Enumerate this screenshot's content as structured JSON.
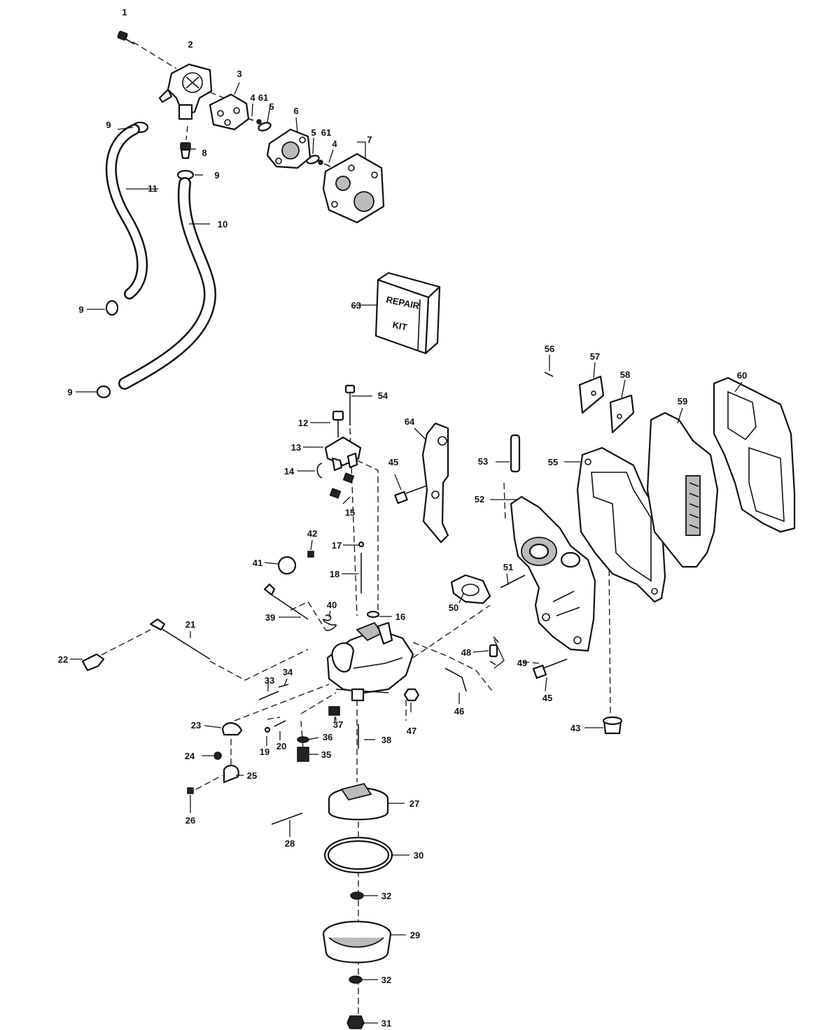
{
  "callouts": [
    "1",
    "2",
    "3",
    "4",
    "61",
    "5",
    "6",
    "5",
    "61",
    "4",
    "7",
    "9",
    "8",
    "9",
    "11",
    "10",
    "9",
    "9",
    "63",
    "54",
    "12",
    "13",
    "14",
    "15",
    "64",
    "45",
    "53",
    "55",
    "56",
    "57",
    "58",
    "59",
    "60",
    "52",
    "42",
    "41",
    "17",
    "18",
    "16",
    "51",
    "50",
    "40",
    "39",
    "21",
    "22",
    "48",
    "49",
    "45",
    "33",
    "34",
    "46",
    "47",
    "43",
    "23",
    "37",
    "36",
    "38",
    "19",
    "20",
    "24",
    "35",
    "25",
    "26",
    "27",
    "28",
    "30",
    "32",
    "29",
    "32",
    "31"
  ],
  "kit_box": {
    "line1": "REPAIR",
    "line2": "KIT"
  }
}
